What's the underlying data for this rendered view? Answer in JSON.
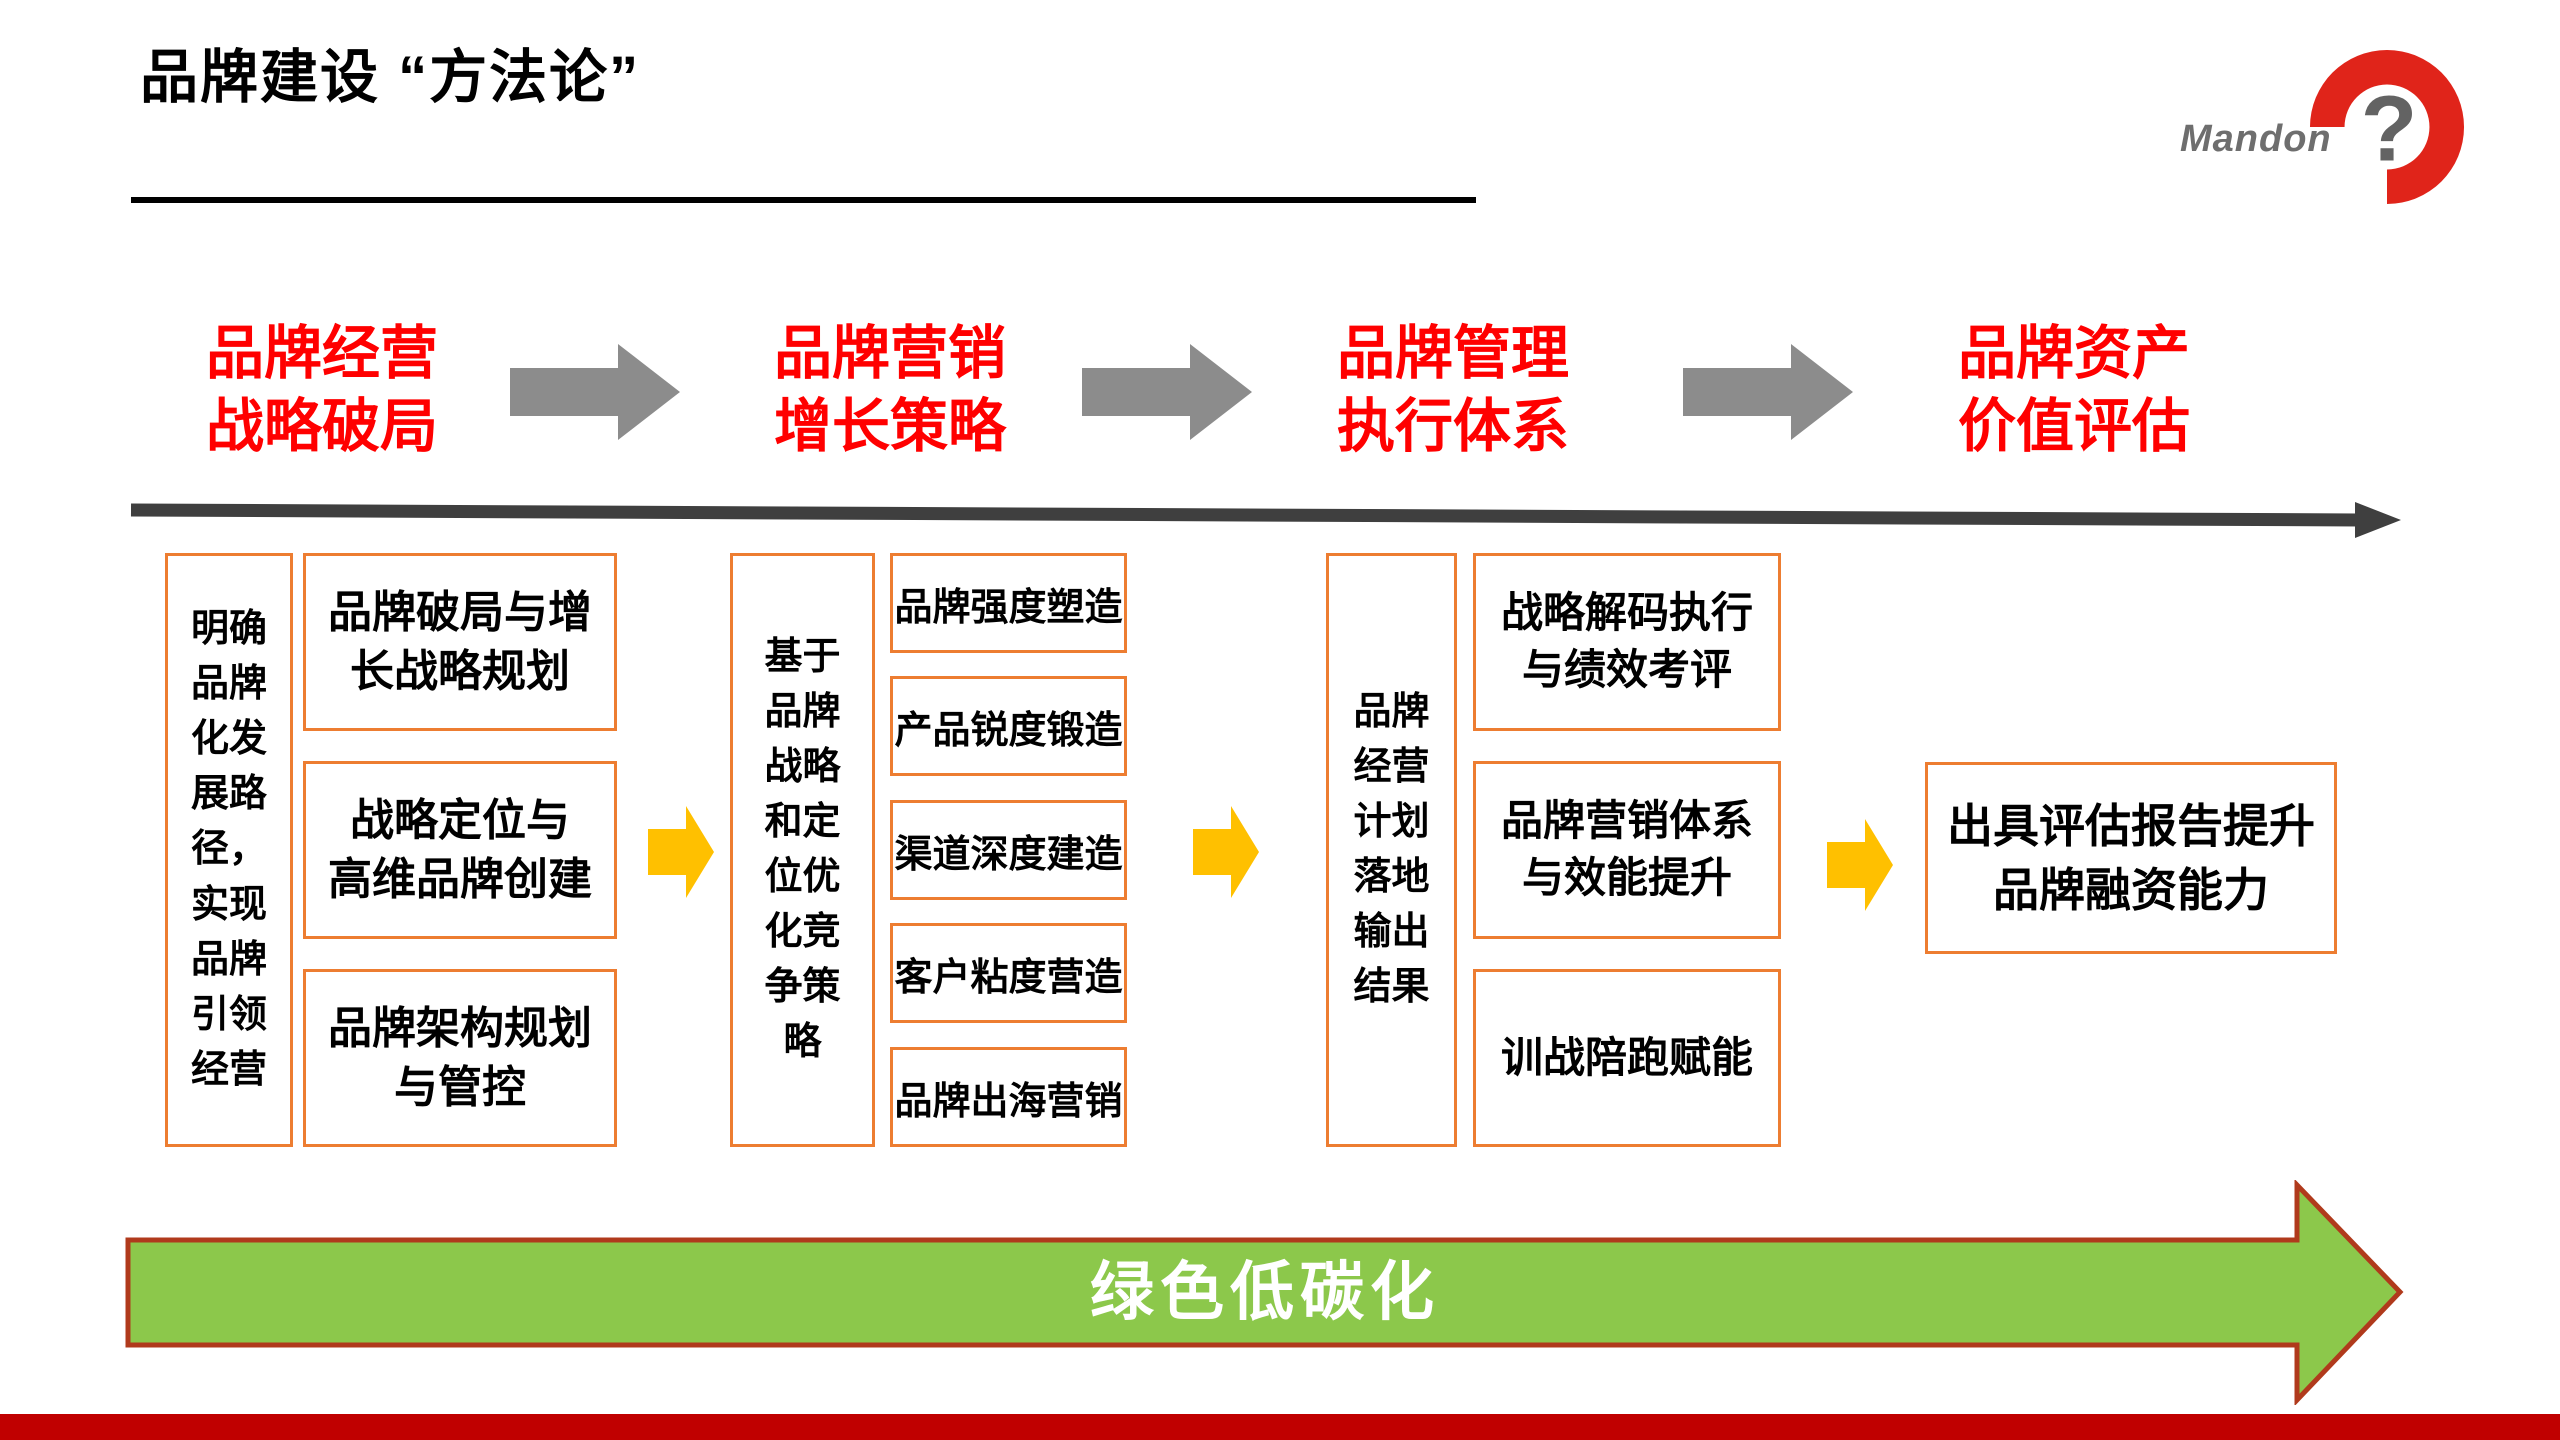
{
  "slide": {
    "title": "品牌建设 “方法论”",
    "logo": {
      "brand": "Mandon",
      "mark": "?"
    },
    "stages": [
      "品牌经营\n战略破局",
      "品牌营销\n增长策略",
      "品牌管理\n执行体系",
      "品牌资产\n价值评估"
    ],
    "groups": [
      {
        "side_label": "明确\n品牌\n化发\n展路\n径，\n实现\n品牌\n引领\n经营",
        "boxes": [
          "品牌破局与增\n长战略规划",
          "战略定位与\n高维品牌创建",
          "品牌架构规划\n与管控"
        ]
      },
      {
        "side_label": "基于\n品牌\n战略\n和定\n位优\n化竞\n争策\n略",
        "boxes": [
          "品牌强度塑造",
          "产品锐度锻造",
          "渠道深度建造",
          "客户粘度营造",
          "品牌出海营销"
        ]
      },
      {
        "side_label": "品牌\n经营\n计划\n落地\n输出\n结果",
        "boxes": [
          "战略解码执行\n与绩效考评",
          "品牌营销体系\n与效能提升",
          "训战陪跑赋能"
        ]
      }
    ],
    "result_box": "出具评估报告提升\n品牌融资能力",
    "banner": "绿色低碳化",
    "colors": {
      "stage_red": "#FF0000",
      "stage_arrow_gray": "#8C8C8C",
      "timeline_gray": "#3F3F3F",
      "box_border_orange": "#ED7D31",
      "flow_arrow_gold": "#FFC000",
      "banner_green": "#8CC84B",
      "banner_border_red": "#B03A1C",
      "footer_red": "#C00000",
      "logo_red": "#E0241A",
      "logo_gray": "#6E6E6E"
    }
  }
}
